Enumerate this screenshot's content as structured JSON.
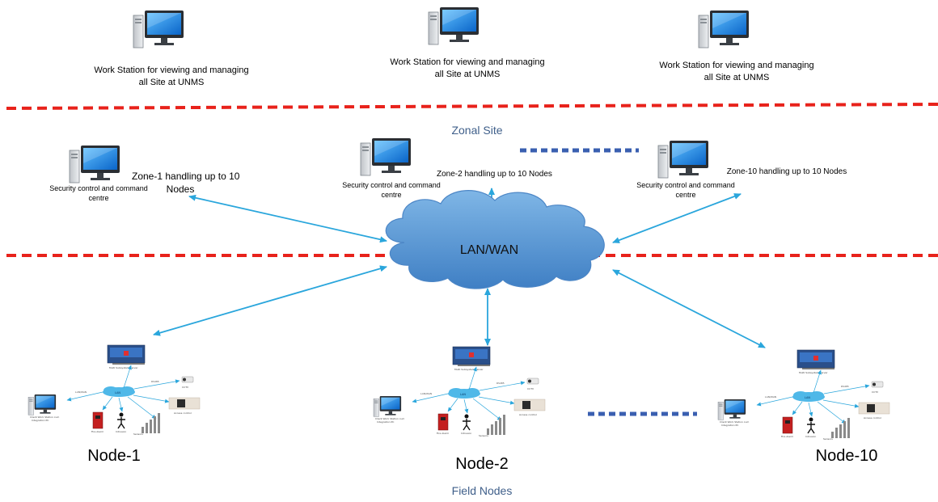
{
  "unms": {
    "workstations": [
      {
        "label_line1": "Work Station for viewing and managing",
        "label_line2": "all  Site at UNMS"
      },
      {
        "label_line1": "Work Station for viewing and managing",
        "label_line2": "all  Site at UNMS"
      },
      {
        "label_line1": "Work Station for viewing and managing",
        "label_line2": "all  Site at UNMS"
      }
    ]
  },
  "zonal": {
    "title": "Zonal Site",
    "zones": [
      {
        "scc_line1": "Security  control and command",
        "scc_line2": "centre",
        "handling_line1": "Zone-1 handling up to 10",
        "handling_line2": "Nodes"
      },
      {
        "scc_line1": "Security  control and command",
        "scc_line2": "centre",
        "handling_line1": "Zone-2 handling up to 10 Nodes",
        "handling_line2": ""
      },
      {
        "scc_line1": "Security  control and command",
        "scc_line2": "centre",
        "handling_line1": "Zone-10 handling up to 10 Nodes",
        "handling_line2": ""
      }
    ]
  },
  "network": {
    "label": "LAN/WAN"
  },
  "field": {
    "title": "Field Nodes",
    "nodes": [
      {
        "name": "Node-1"
      },
      {
        "name": "Node-2"
      },
      {
        "name": "Node-10"
      }
    ]
  },
  "colors": {
    "separator": "#e8221b",
    "ellipsis": "#3a5fb0",
    "arrow": "#2aa6dc",
    "cloud": "#5b9bd5",
    "monitor_screen": "#1e90e8"
  },
  "icons": [
    "desktop-computer-icon",
    "cloud-icon",
    "node-subsystem-diagram"
  ]
}
